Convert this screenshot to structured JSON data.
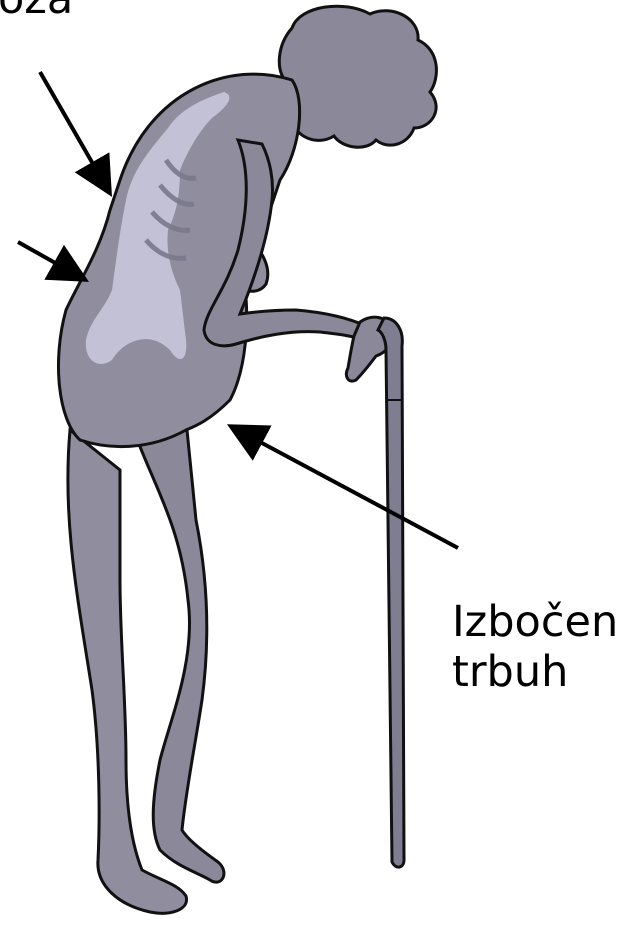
{
  "labels": {
    "top": "oza",
    "belly_line1": "Izbočen",
    "belly_line2": "trbuh"
  },
  "colors": {
    "skin": "#8f8d9e",
    "skin_dark": "#7a788c",
    "spine_highlight": "#c9c6dc",
    "outline": "#111111",
    "hair": "#8a8899",
    "cane": "#7f7d90"
  }
}
